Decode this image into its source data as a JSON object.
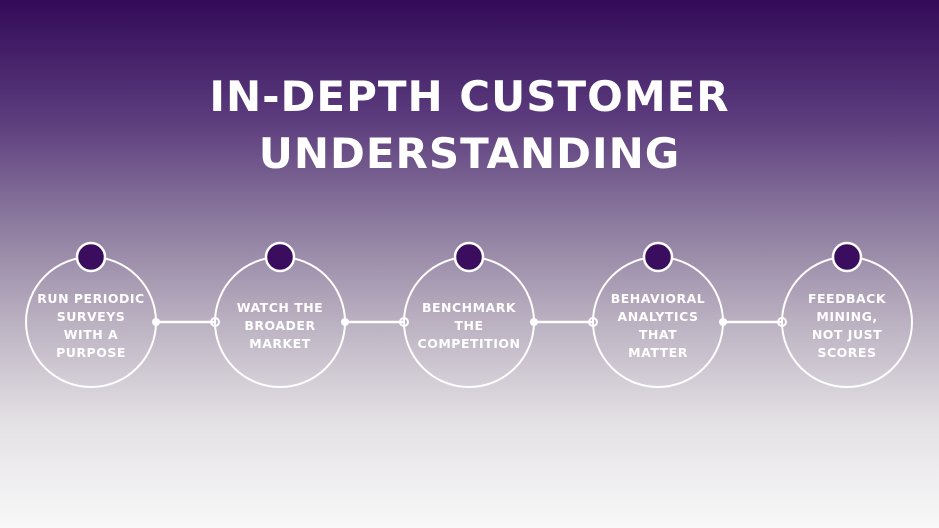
{
  "title": {
    "line1": "IN-DEPTH CUSTOMER",
    "line2": "UNDERSTANDING"
  },
  "colors": {
    "dot": "#3a0d5e",
    "ring": "#ffffff",
    "text": "#ffffff"
  },
  "steps": [
    {
      "lines": [
        "RUN PERIODIC",
        "SURVEYS",
        "WITH A",
        "PURPOSE"
      ]
    },
    {
      "lines": [
        "WATCH THE",
        "BROADER",
        "MARKET"
      ]
    },
    {
      "lines": [
        "BENCHMARK",
        "THE",
        "COMPETITION"
      ]
    },
    {
      "lines": [
        "BEHAVIORAL",
        "ANALYTICS",
        "THAT",
        "MATTER"
      ]
    },
    {
      "lines": [
        "FEEDBACK",
        "MINING,",
        "NOT JUST",
        "SCORES"
      ]
    }
  ]
}
